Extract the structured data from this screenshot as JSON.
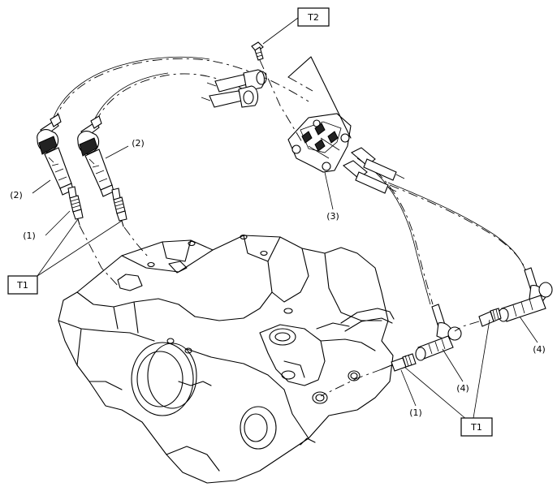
{
  "callouts": {
    "t2": "T2",
    "t1_left": "T1",
    "t1_right": "T1"
  },
  "labels": {
    "spark_plug_left": "(1)",
    "spark_plug_right": "(1)",
    "coil_left_outer": "(2)",
    "coil_left_inner": "(2)",
    "ignition_coil": "(3)",
    "plug_cord_front": "(4)",
    "plug_cord_rear": "(4)"
  }
}
